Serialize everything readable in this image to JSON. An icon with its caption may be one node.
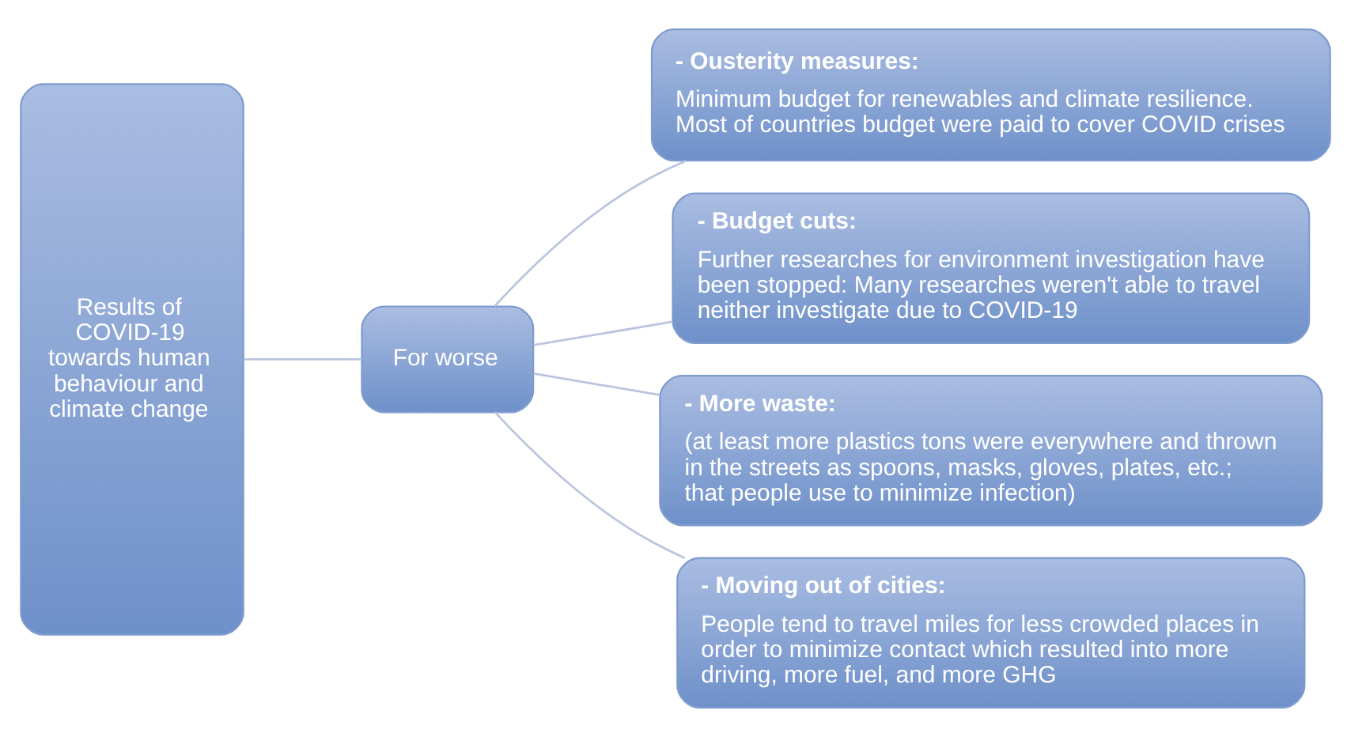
{
  "diagram": {
    "nodes": [
      {
        "text": [
          "Results of COVID-19 towards human behaviour and climate change"
        ]
      },
      {
        "text": [
          "For worse"
        ]
      },
      {
        "text": [
          "- Ousterity measures:",
          "Minimum budget for renewables and climate resilience. Most of countries budget were paid to cover COVID crises"
        ]
      },
      {
        "text": [
          "- Budget cuts:",
          "Further researches for environment investigation have been stopped: Many researches weren't able to travel neither investigate due to COVID-19"
        ]
      },
      {
        "text": [
          "- More waste:",
          "(at least more plastics tons were everywhere and thrown in the streets as spoons, masks, gloves, plates, etc.; that people use to minimize infection)"
        ]
      },
      {
        "text": [
          "- Moving out of cities:",
          "People tend to travel miles for less crowded places in order to minimize contact which resulted into more driving, more fuel, and more GHG"
        ]
      }
    ],
    "edges": [
      {
        "from": 0,
        "to": 1,
        "arrow": "none"
      },
      {
        "from": 1,
        "to": 2,
        "arrow": "none"
      },
      {
        "from": 1,
        "to": 3,
        "arrow": "none"
      },
      {
        "from": 1,
        "to": 4,
        "arrow": "none"
      },
      {
        "from": 1,
        "to": 5,
        "arrow": "none"
      }
    ]
  }
}
